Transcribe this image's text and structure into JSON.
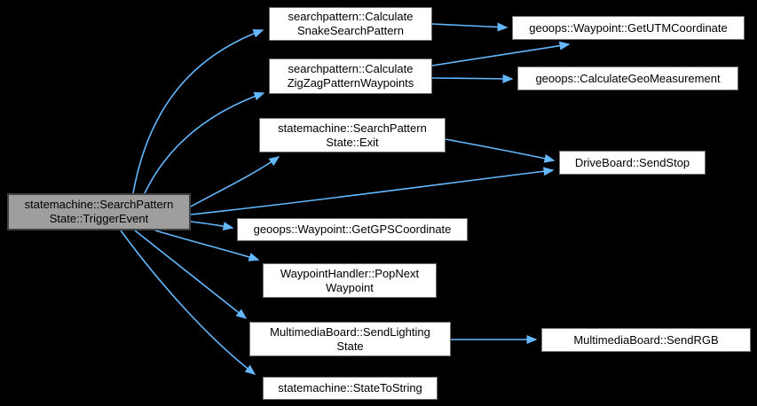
{
  "diagram": {
    "type": "call-graph",
    "colors": {
      "background": "#000000",
      "edge": "#63b8ff",
      "node_fill": "#ffffff",
      "node_border": "#707070",
      "highlight_fill": "#9e9e9e",
      "highlight_border": "#404040",
      "text": "#000000"
    },
    "nodes": [
      {
        "id": "trigger_event",
        "lines": [
          "statemachine::SearchPattern",
          "State::TriggerEvent"
        ]
      },
      {
        "id": "calc_snake",
        "lines": [
          "searchpattern::Calculate",
          "SnakeSearchPattern"
        ]
      },
      {
        "id": "calc_zigzag",
        "lines": [
          "searchpattern::Calculate",
          "ZigZagPatternWaypoints"
        ]
      },
      {
        "id": "state_exit",
        "lines": [
          "statemachine::SearchPattern",
          "State::Exit"
        ]
      },
      {
        "id": "get_gps",
        "lines": [
          "geoops::Waypoint::GetGPSCoordinate"
        ]
      },
      {
        "id": "pop_next",
        "lines": [
          "WaypointHandler::PopNext",
          "Waypoint"
        ]
      },
      {
        "id": "send_lighting",
        "lines": [
          "MultimediaBoard::SendLighting",
          "State"
        ]
      },
      {
        "id": "state_to_string",
        "lines": [
          "statemachine::StateToString"
        ]
      },
      {
        "id": "get_utm",
        "lines": [
          "geoops::Waypoint::GetUTMCoordinate"
        ]
      },
      {
        "id": "calc_geo",
        "lines": [
          "geoops::CalculateGeoMeasurement"
        ]
      },
      {
        "id": "send_stop",
        "lines": [
          "DriveBoard::SendStop"
        ]
      },
      {
        "id": "send_rgb",
        "lines": [
          "MultimediaBoard::SendRGB"
        ]
      }
    ],
    "edges": [
      {
        "from": "trigger_event",
        "to": "calc_snake"
      },
      {
        "from": "trigger_event",
        "to": "calc_zigzag"
      },
      {
        "from": "trigger_event",
        "to": "state_exit"
      },
      {
        "from": "trigger_event",
        "to": "send_stop"
      },
      {
        "from": "trigger_event",
        "to": "get_gps"
      },
      {
        "from": "trigger_event",
        "to": "pop_next"
      },
      {
        "from": "trigger_event",
        "to": "send_lighting"
      },
      {
        "from": "trigger_event",
        "to": "state_to_string"
      },
      {
        "from": "calc_snake",
        "to": "get_utm"
      },
      {
        "from": "calc_zigzag",
        "to": "get_utm"
      },
      {
        "from": "calc_zigzag",
        "to": "calc_geo"
      },
      {
        "from": "state_exit",
        "to": "send_stop"
      },
      {
        "from": "send_lighting",
        "to": "send_rgb"
      }
    ]
  }
}
